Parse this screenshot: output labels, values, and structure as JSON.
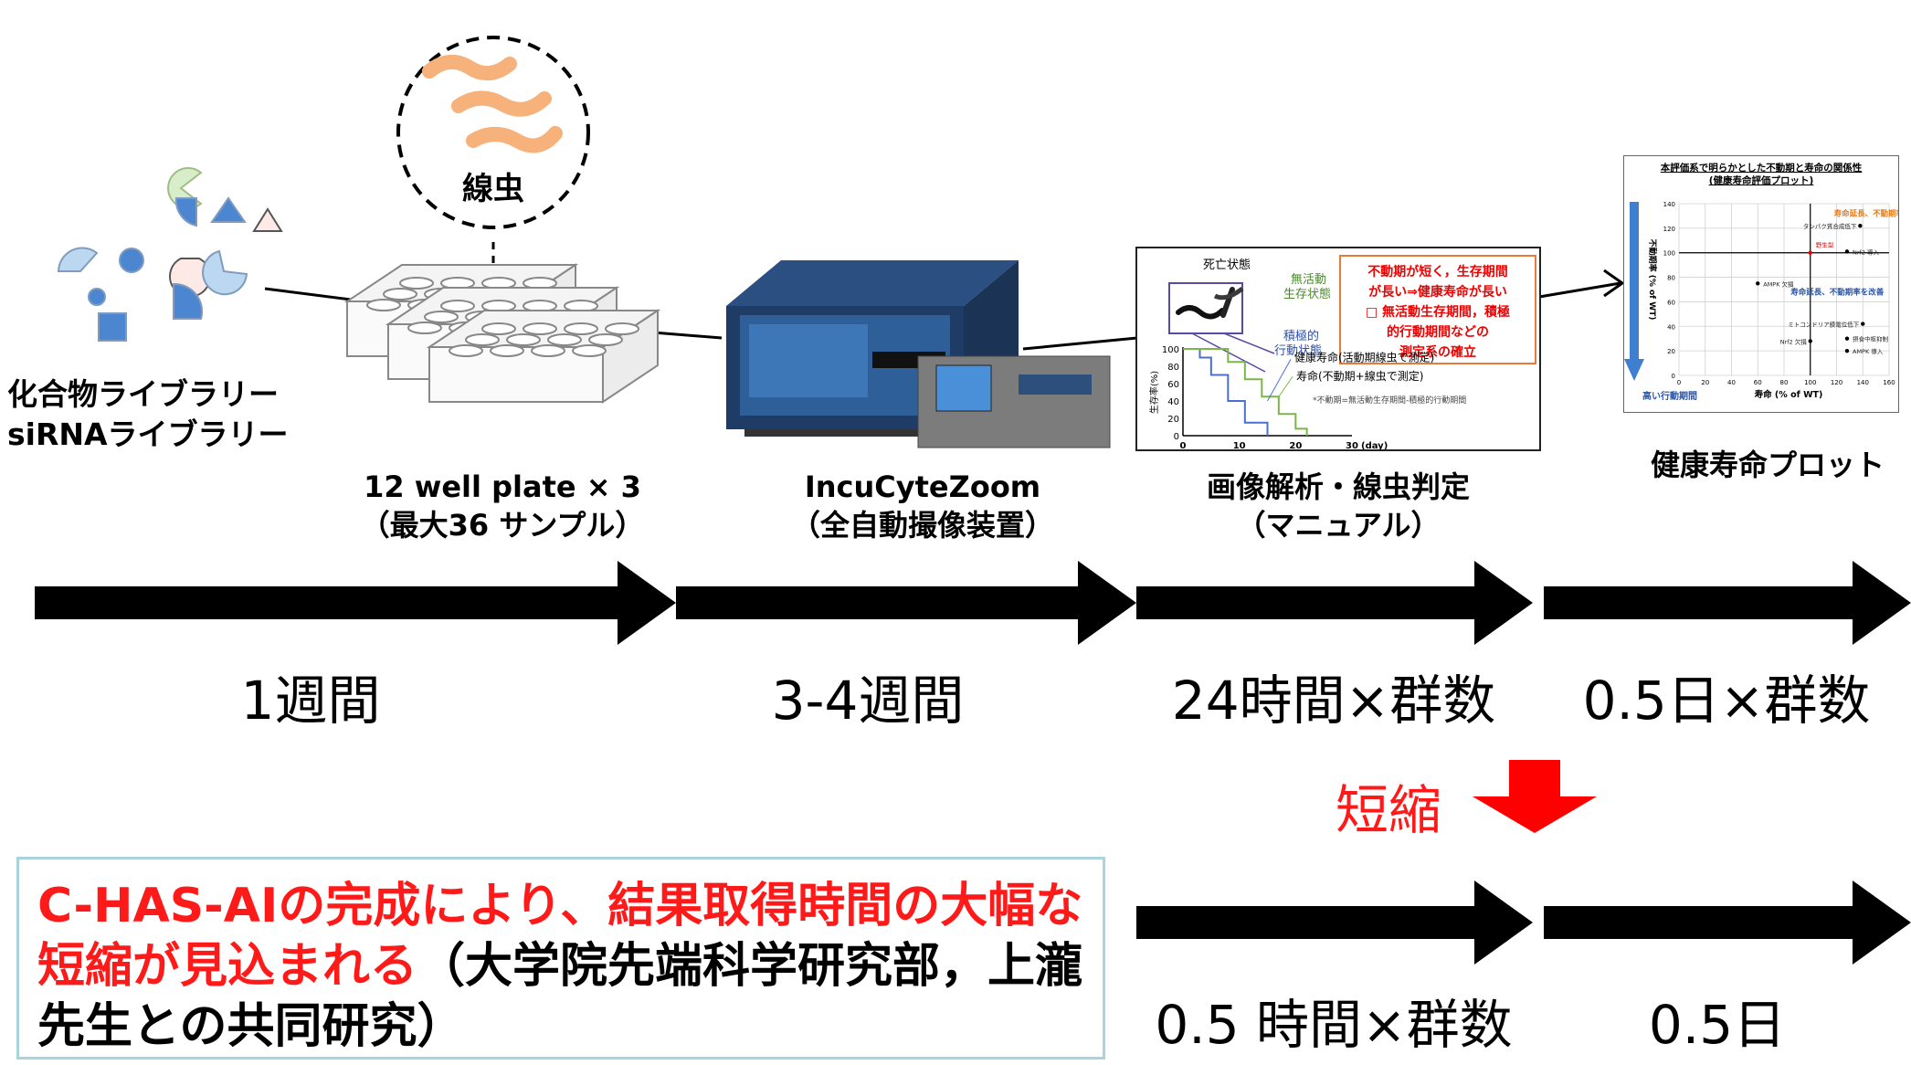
{
  "stages": {
    "library": {
      "line1": "化合物ライブラリー",
      "line2": "siRNAライブラリー"
    },
    "plate": {
      "line1": "12 well plate × 3",
      "line2": "（最大36 サンプル）"
    },
    "incucyte": {
      "line1": "IncuCyteZoom",
      "line2": "（全自動撮像装置）"
    },
    "analysis": {
      "line1": "画像解析・線虫判定",
      "line2": "（マニュアル）"
    },
    "plot": {
      "line1": "健康寿命プロット"
    }
  },
  "worm_label": "線虫",
  "durations_current": [
    "1週間",
    "3-4週間",
    "24時間×群数",
    "0.5日×群数"
  ],
  "shorten_label": "短縮",
  "durations_new": [
    "0.5 時間×群数",
    "0.5日"
  ],
  "note": {
    "red_text": "C-HAS-AIの完成により、結果取得時間の大幅な短縮が見込まれる",
    "black_text": "（大学院先端科学研究部，上瀧先生との共同研究）"
  },
  "analysis_panel": {
    "dead_label": "死亡状態",
    "inactive_label_1": "無活動",
    "inactive_label_2": "生存状態",
    "active_label_1": "積極的",
    "active_label_2": "行動状態",
    "callout_lines": [
      "不動期が短く，生存期間",
      "が長い⇒健康寿命が長い",
      "□ 無活動生存期間，積極",
      "的行動期間などの",
      "測定系の確立"
    ],
    "legend_1": "健康寿命(活動期線虫で測定)",
    "legend_2": "寿命(不動期+線虫で測定)",
    "footnote": "*不動期=無活動生存期間-積極的行動期間",
    "ylabel": "生存率(%)",
    "xunit": "(day)",
    "yticks": [
      "100",
      "80",
      "60",
      "40",
      "20",
      "0"
    ],
    "xticks": [
      "0",
      "10",
      "20",
      "30"
    ]
  },
  "plot_panel": {
    "title_1": "本評価系で明らかとした不動期と寿命の関係性",
    "title_2": "(健康寿命評価プロット)",
    "ylabel": "不動期率 (% of WT)",
    "xlabel": "寿命 (% of WT)",
    "arrow_label": "高い行動期間",
    "yticks": [
      "140",
      "120",
      "100",
      "80",
      "60",
      "40",
      "20",
      "0"
    ],
    "xticks": [
      "0",
      "20",
      "40",
      "60",
      "80",
      "100",
      "120",
      "140",
      "160"
    ],
    "annot_top": "寿命延長、不動期率は変化なし",
    "annot_mid": "寿命延長、不動期率を改善",
    "wild_label": "野生型",
    "points": [
      {
        "label": "タンパク質合成低下",
        "x": 138,
        "y": 122
      },
      {
        "label": "Nrf2 導入",
        "x": 128,
        "y": 101
      },
      {
        "label": "野生型",
        "x": 100,
        "y": 100
      },
      {
        "label": "AMPK 欠損",
        "x": 60,
        "y": 75
      },
      {
        "label": "ミトコンドリア膜電位低下",
        "x": 140,
        "y": 42
      },
      {
        "label": "Nrf2 欠損",
        "x": 100,
        "y": 28
      },
      {
        "label": "摂食中枢抑制",
        "x": 128,
        "y": 30
      },
      {
        "label": "AMPK 導入",
        "x": 128,
        "y": 20
      }
    ]
  }
}
